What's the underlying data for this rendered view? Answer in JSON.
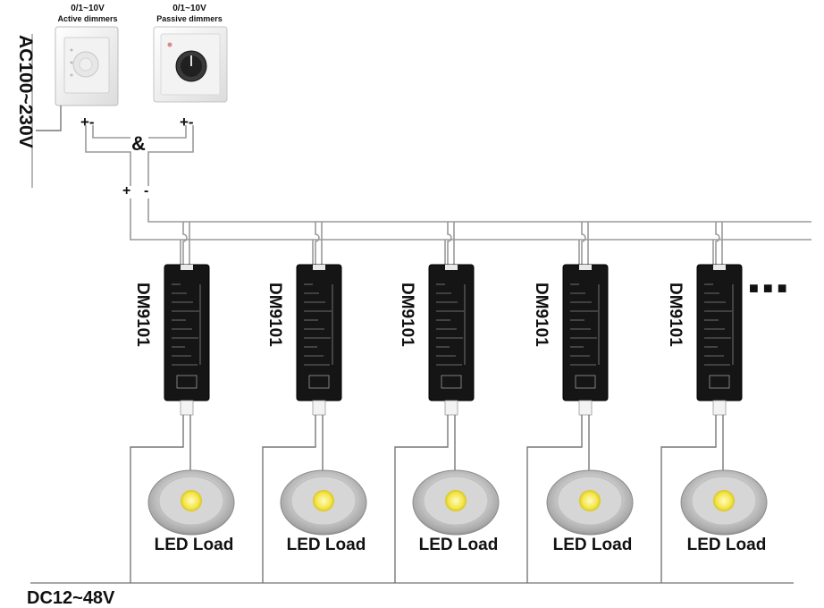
{
  "ac_label": "AC100~230V",
  "dc_label": "DC12~48V",
  "ampersand": "&",
  "plus": "+",
  "minus": "-",
  "more_dots": "■ ■ ■",
  "dimmers": [
    {
      "range": "0/1~10V",
      "type": "Active dimmers"
    },
    {
      "range": "0/1~10V",
      "type": "Passive dimmers"
    }
  ],
  "terminal_labels": [
    "+-",
    "+-"
  ],
  "drivers": [
    {
      "model": "DM9101",
      "load": "LED Load"
    },
    {
      "model": "DM9101",
      "load": "LED Load"
    },
    {
      "model": "DM9101",
      "load": "LED Load"
    },
    {
      "model": "DM9101",
      "load": "LED Load"
    },
    {
      "model": "DM9101",
      "load": "LED Load"
    }
  ],
  "colors": {
    "driver_body": "#151515",
    "led_chip": "#f5e84a",
    "reflector": "#b9b9b9",
    "wire": "#9a9a9a"
  }
}
